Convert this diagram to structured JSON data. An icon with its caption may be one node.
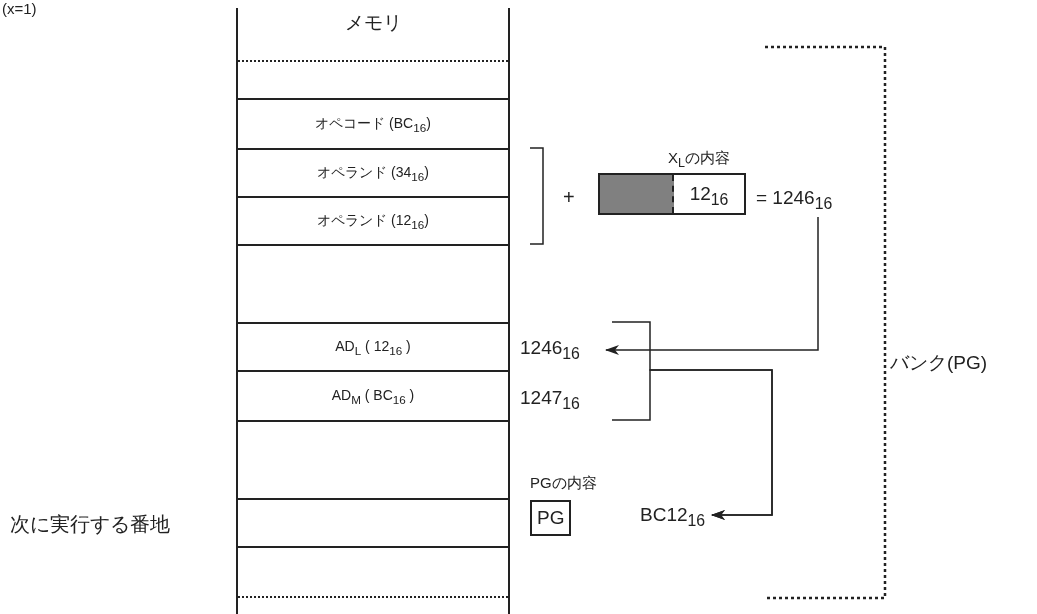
{
  "diagram": {
    "nodes": [
      {
        "text": [
          "メモリ"
        ]
      },
      {
        "text": [],
        "shape": "box",
        "in": 0
      },
      {
        "text": [
          "オペコード (BC$_{16}$)"
        ],
        "in": 0
      },
      {
        "text": [
          "オペランド (34$_{16}$)"
        ],
        "in": 0
      },
      {
        "text": [
          "オペランド (12$_{16}$)"
        ],
        "in": 0
      },
      {
        "text": [],
        "shape": "box",
        "in": 0
      },
      {
        "text": [
          "AD$_{L}$ ( 12$_{16}$ )"
        ],
        "in": 0
      },
      {
        "text": [
          "AD$_{M}$ ( BC$_{16}$ )"
        ],
        "in": 0
      },
      {
        "text": [],
        "shape": "box",
        "in": 0
      },
      {
        "text": [],
        "shape": "box",
        "in": 0,
        "beside": [
          "次に実行する番地"
        ]
      },
      {
        "text": [],
        "shape": "box",
        "in": 0
      },
      {
        "text": [
          "X$_{L}$の内容",
          "12$_{16}$"
        ]
      },
      {
        "text": [
          "= 1246$_{16}$"
        ]
      },
      {
        "text": [
          "1246$_{16}$"
        ]
      },
      {
        "text": [
          "1247$_{16}$"
        ]
      },
      {
        "text": [
          "PGの内容",
          "PG"
        ]
      },
      {
        "text": [
          "BC12$_{16}$"
        ]
      }
    ],
    "edges": [
      {
        "from": 12,
        "to": 13,
        "arrow": "to"
      },
      {
        "from": 13,
        "to": 16,
        "arrow": "to"
      },
      {
        "from": 14,
        "to": 16,
        "arrow": "to"
      }
    ],
    "labels": [
      "(x=1)",
      "+",
      "バンク(PG)"
    ]
  }
}
